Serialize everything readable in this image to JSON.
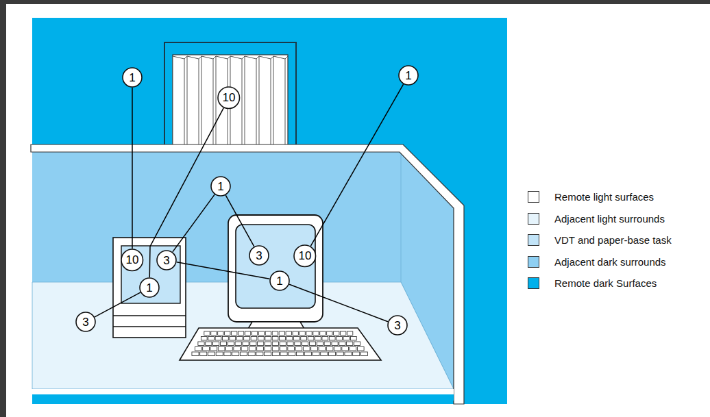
{
  "diagram": {
    "nodes": [
      {
        "text": [
          "1"
        ]
      },
      {
        "text": [
          "1"
        ]
      },
      {
        "text": [
          "10"
        ]
      },
      {
        "text": [
          "1"
        ]
      },
      {
        "text": [
          "3"
        ]
      },
      {
        "text": [
          "10"
        ]
      },
      {
        "text": [
          "10"
        ]
      },
      {
        "text": [
          "3"
        ]
      },
      {
        "text": [
          "1"
        ]
      },
      {
        "text": [
          "1"
        ]
      },
      {
        "text": [
          "3"
        ]
      },
      {
        "text": [
          "3"
        ]
      }
    ],
    "edges": [
      {
        "from": 0,
        "to": 6,
        "arrow": "none"
      },
      {
        "from": 2,
        "to": 9,
        "arrow": "none"
      },
      {
        "from": 3,
        "to": 7,
        "arrow": "none"
      },
      {
        "from": 3,
        "to": 4,
        "arrow": "none"
      },
      {
        "from": 1,
        "to": 5,
        "arrow": "none"
      },
      {
        "from": 7,
        "to": 8,
        "arrow": "none"
      },
      {
        "from": 8,
        "to": 11,
        "arrow": "none"
      },
      {
        "from": 10,
        "to": 9,
        "arrow": "none"
      }
    ],
    "legend": [
      {
        "text": "Remote light surfaces",
        "color": "#ffffff"
      },
      {
        "text": "Adjacent light surrounds",
        "color": "#e6f4fc"
      },
      {
        "text": "VDT and paper-base task",
        "color": "#c2e4f8"
      },
      {
        "text": "Adjacent dark surrounds",
        "color": "#8ecff2"
      },
      {
        "text": "Remote dark Surfaces",
        "color": "#00b0ea"
      }
    ]
  }
}
